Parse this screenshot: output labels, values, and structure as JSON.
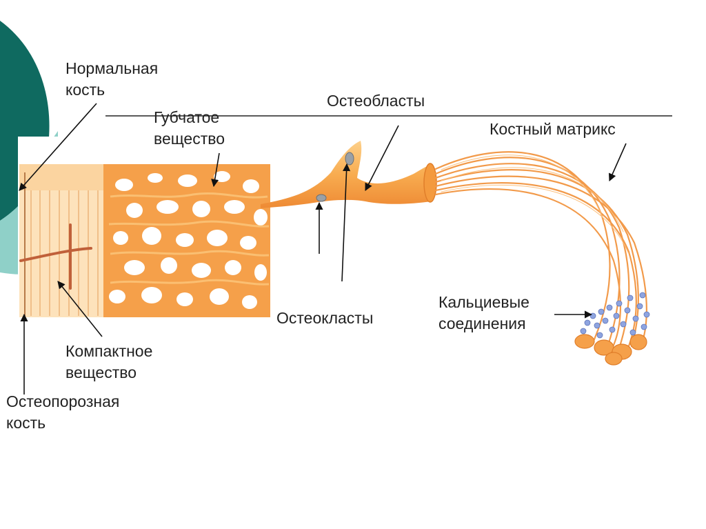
{
  "colors": {
    "accent_dark": "#0f6a60",
    "accent_light": "#8fd0c8",
    "bone_light": "#fcc77c",
    "bone_mid": "#f7a244",
    "bone_dark": "#e8822d",
    "calcium": "#8ea4e0",
    "text": "#222222"
  },
  "labels": {
    "normal_bone": {
      "line1": "Нормальная",
      "line2": "кость"
    },
    "spongy": {
      "line1": "Губчатое",
      "line2": "вещество"
    },
    "osteoblasts": "Остеобласты",
    "bone_matrix": "Костный матрикс",
    "osteoclasts": "Остеокласты",
    "calcium": {
      "line1": "Кальциевые",
      "line2": "соединения"
    },
    "compact": {
      "line1": "Компактное",
      "line2": "вещество"
    },
    "osteoporotic_bone": {
      "line1": "Остеопорозная",
      "line2": "кость"
    }
  }
}
